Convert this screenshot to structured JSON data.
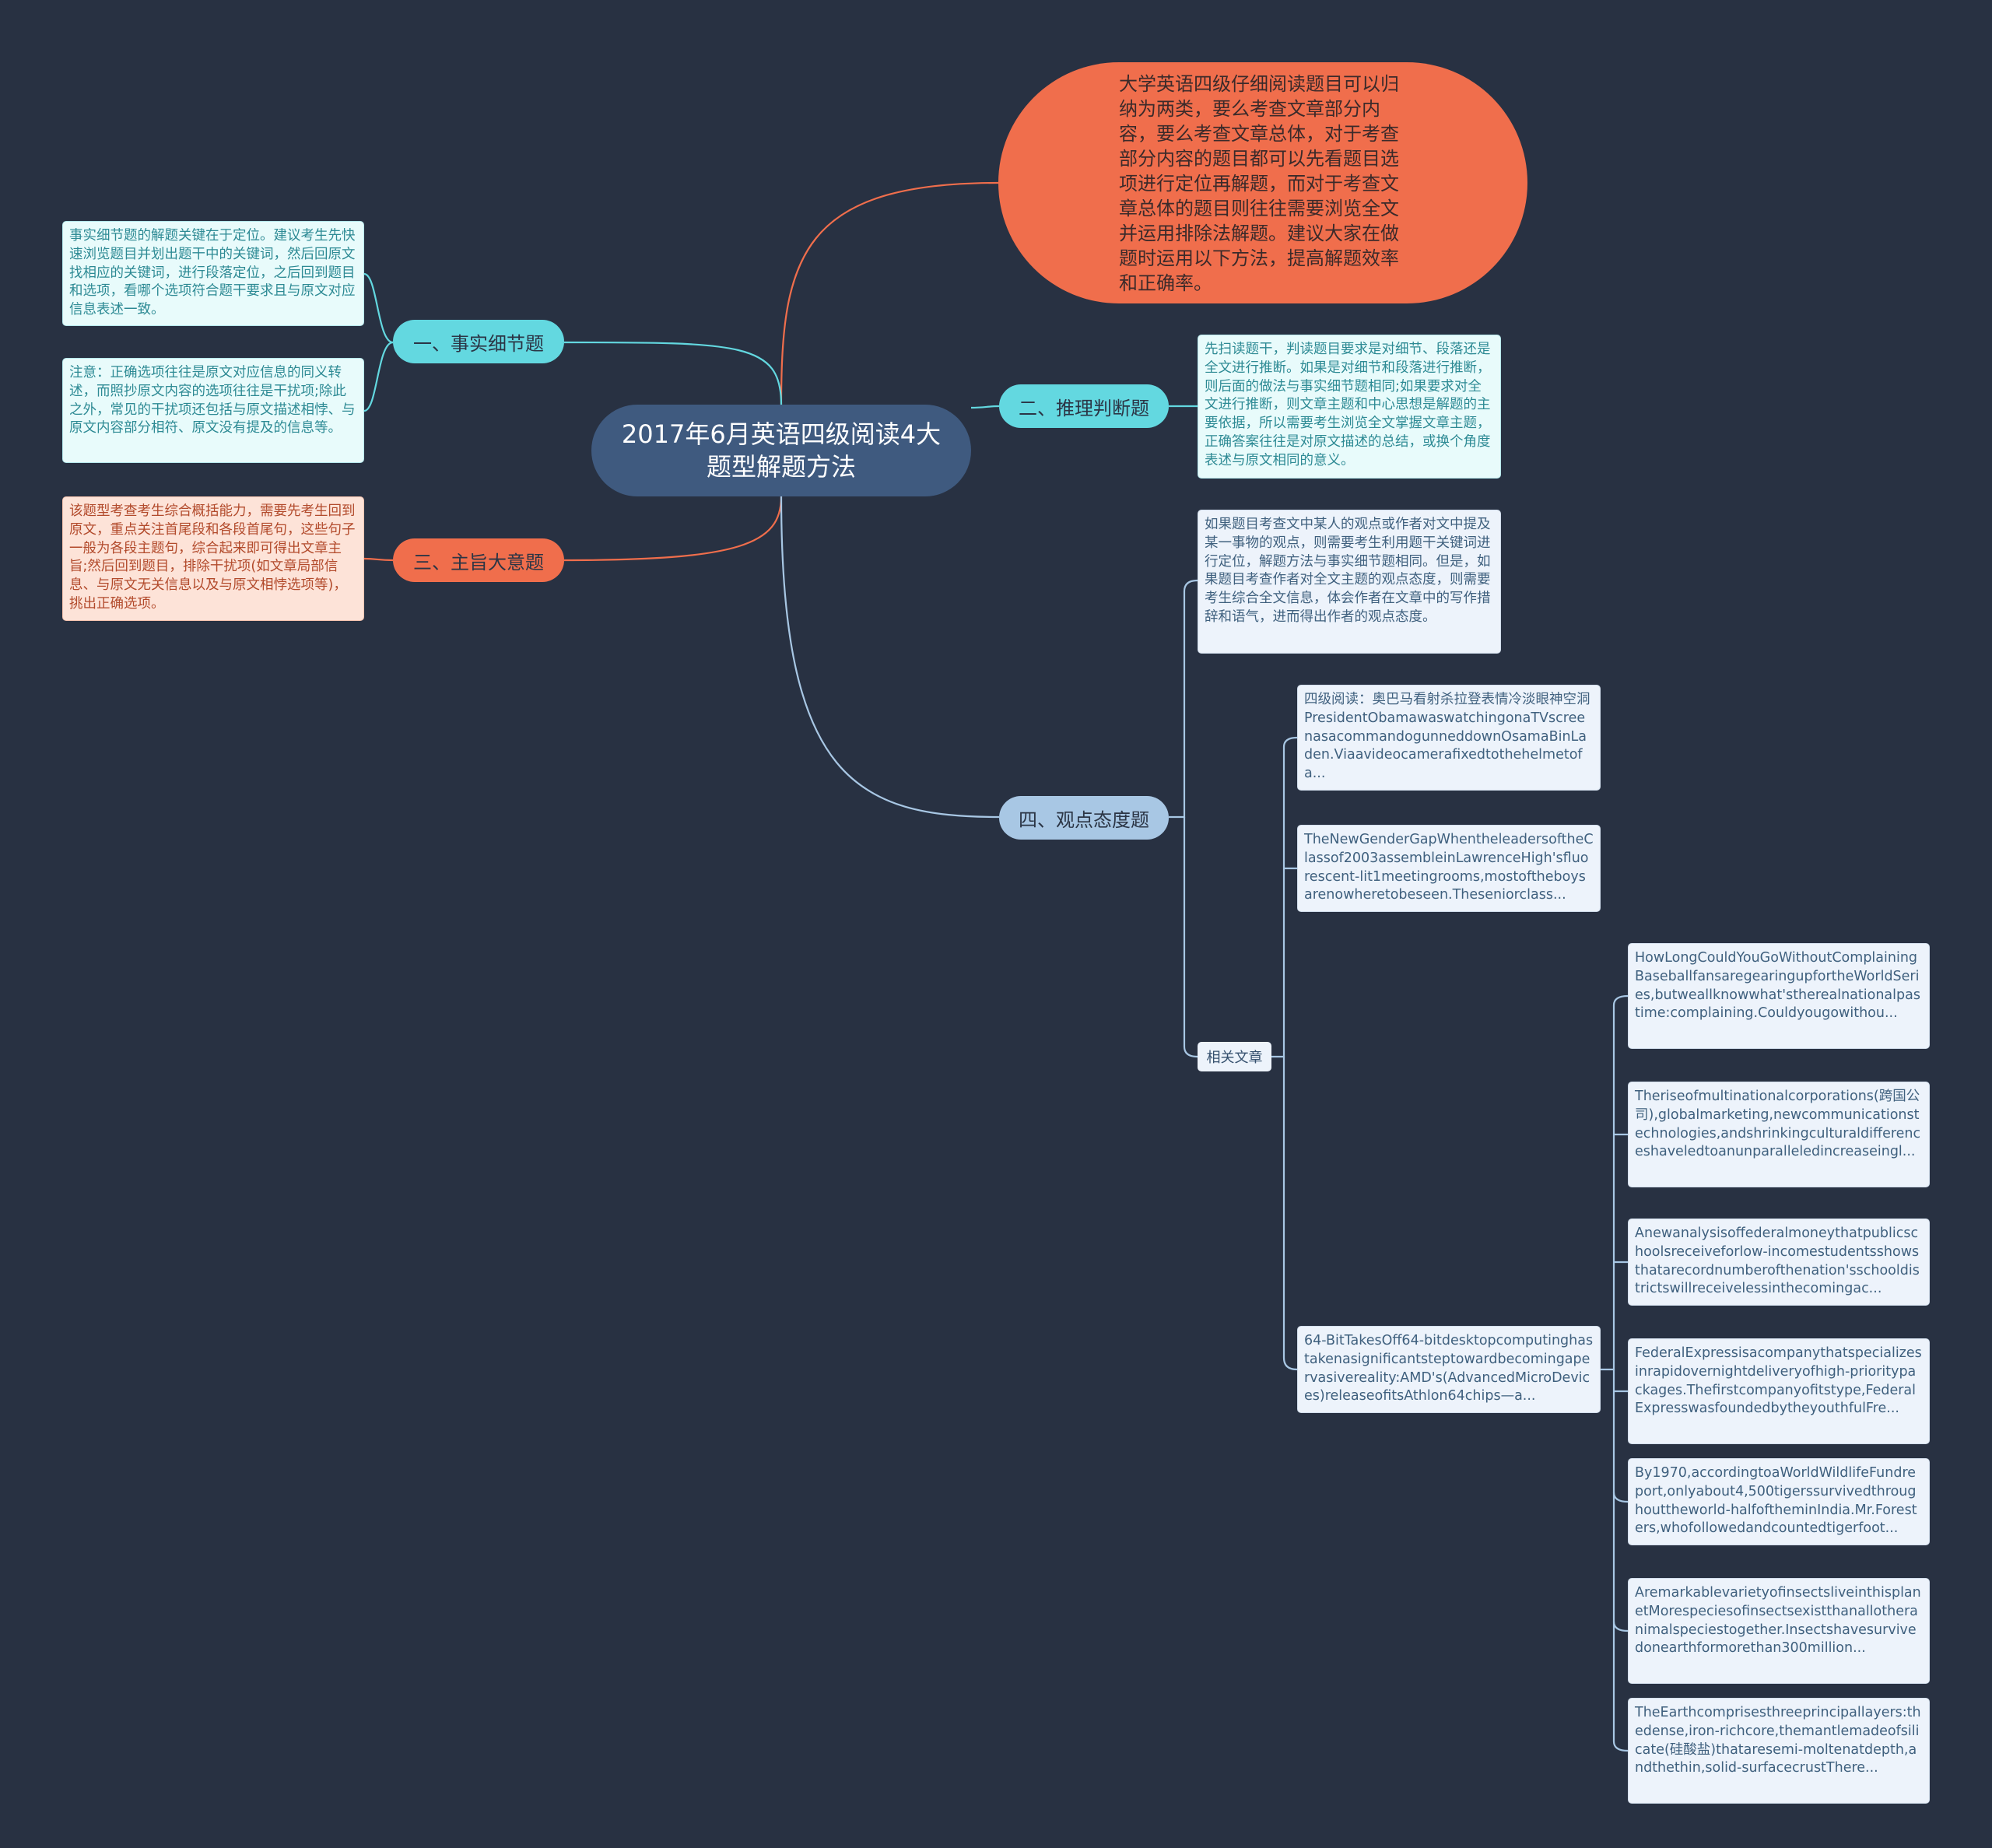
{
  "center": {
    "title": "2017年6月英语四级阅读4大题型解题方法"
  },
  "intro": {
    "text": "大学英语四级仔细阅读题目可以归纳为两类，要么考查文章部分内容，要么考查文章总体，对于考查部分内容的题目都可以先看题目选项进行定位再解题，而对于考查文章总体的题目则往往需要浏览全文并运用排除法解题。建议大家在做题时运用以下方法，提高解题效率和正确率。"
  },
  "branches": {
    "b1": {
      "label": "一、事实细节题",
      "notes": [
        "事实细节题的解题关键在于定位。建议考生先快速浏览题目并划出题干中的关键词，然后回原文找相应的关键词，进行段落定位，之后回到题目和选项，看哪个选项符合题干要求且与原文对应信息表述一致。",
        "注意：正确选项往往是原文对应信息的同义转述，而照抄原文内容的选项往往是干扰项;除此之外，常见的干扰项还包括与原文描述相悖、与原文内容部分相符、原文没有提及的信息等。"
      ]
    },
    "b2": {
      "label": "二、推理判断题",
      "notes": [
        "先扫读题干，判读题目要求是对细节、段落还是全文进行推断。如果是对细节和段落进行推断，则后面的做法与事实细节题相同;如果要求对全文进行推断，则文章主题和中心思想是解题的主要依据，所以需要考生浏览全文掌握文章主题，正确答案往往是对原文描述的总结，或换个角度表述与原文相同的意义。"
      ]
    },
    "b3": {
      "label": "三、主旨大意题",
      "notes": [
        "该题型考查考生综合概括能力，需要先考生回到原文，重点关注首尾段和各段首尾句，这些句子一般为各段主题句，综合起来即可得出文章主旨;然后回到题目，排除干扰项(如文章局部信息、与原文无关信息以及与原文相悖选项等)，挑出正确选项。"
      ]
    },
    "b4": {
      "label": "四、观点态度题",
      "notes": [
        "如果题目考查文中某人的观点或作者对文中提及某一事物的观点，则需要考生利用题干关键词进行定位，解题方法与事实细节题相同。但是，如果题目考查作者对全文主题的观点态度，则需要考生综合全文信息，体会作者在文章中的写作措辞和语气，进而得出作者的观点态度。"
      ],
      "related": {
        "label": "相关文章",
        "articles": [
          "四级阅读：奥巴马看射杀拉登表情冷淡眼神空洞PresidentObamawaswatchingonaTVscreenasacommandogunneddownOsamaBinLaden.Viaavideocamerafixedtothehelmetofa...",
          "TheNewGenderGapWhentheleadersoftheClassof2003assembleinLawrenceHigh'sfluorescent-lit1meetingrooms,mostoftheboysarenowheretobeseen.Theseniorclass...",
          "64-BitTakesOff64-bitdesktopcomputinghastakenasignificantsteptowardbecomingapervasivereality:AMD's(AdvancedMicroDevices)releaseofitsAthlon64chips—a..."
        ],
        "more": [
          "HowLongCouldYouGoWithoutComplainingBaseballfansaregearingupfortheWorldSeries,butweallknowwhat'stherealnationalpastime:complaining.Couldyougowithou...",
          "Theriseofmultinationalcorporations(跨国公司),globalmarketing,newcommunicationstechnologies,andshrinkingculturaldifferenceshaveledtoanunparalleledincreaseingl...",
          "Anewanalysisoffederalmoneythatpublicschoolsreceiveforlow-incomestudentsshowsthatarecordnumberofthenation'sschooldistrictswillreceivelessinthecomingac...",
          "FederalExpressisacompanythatspecializesinrapidovernightdeliveryofhigh-prioritypackages.Thefirstcompanyofitstype,FederalExpresswasfoundedbytheyouthfulFre...",
          "By1970,accordingtoaWorldWildlifeFundreport,onlyabout4,500tigerssurvivedthroughouttheworld-halfoftheminIndia.Mr.Foresters,whofollowedandcountedtigerfoot...",
          "AremarkablevarietyofinsectsliveinthisplanetMorespeciesofinsectsexistthanallotheranimalspeciestogether.Insectshavesurvivedonearthformorethan300million...",
          "TheEarthcomprisesthreeprincipallayers:thedense,iron-richcore,themantlemadeofsilicate(硅酸盐)thataresemi-moltenatdepth,andthethin,solid-surfacecrustThere..."
        ]
      }
    }
  },
  "colors": {
    "background": "#283142",
    "center": "#3f5a7f",
    "orange": "#f06e4c",
    "cyan": "#63d8e0",
    "lightblue": "#a8c7e4"
  }
}
